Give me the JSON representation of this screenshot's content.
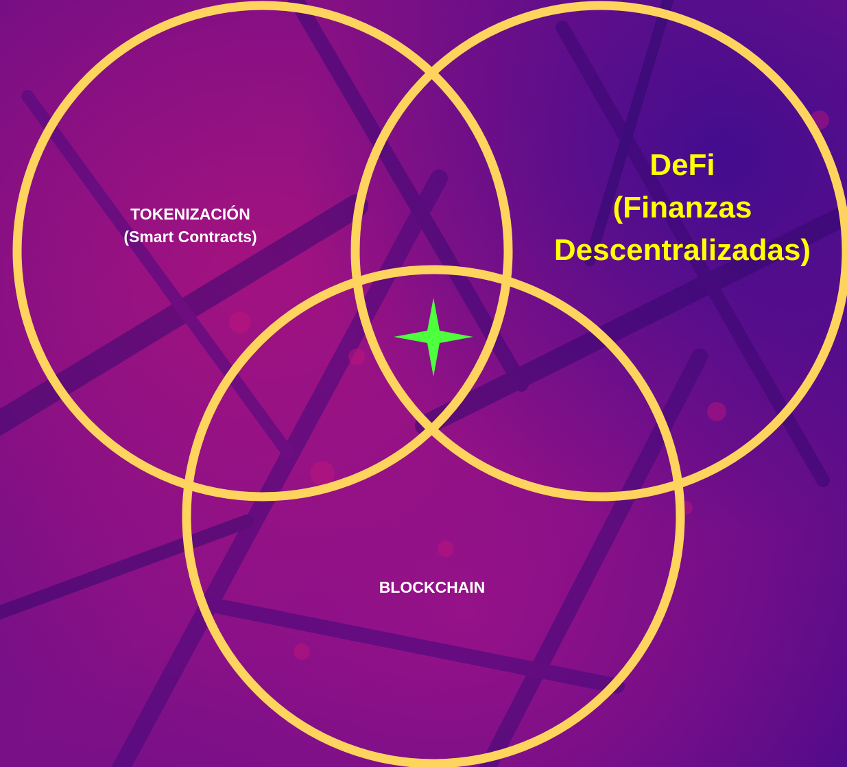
{
  "colors": {
    "background_base": "#5a0a86",
    "background_magenta": "#9a1385",
    "background_violet": "#3e0a8a",
    "circle_stroke": "#ffd45e",
    "label_text": "#ffffff",
    "defi_text": "#ffff00",
    "star": "#4dff3c"
  },
  "circles": [
    {
      "name": "tokenizacion",
      "title": "TOKENIZACIÓN",
      "subtitle": "(Smart Contracts)"
    },
    {
      "name": "defi",
      "title": "DeFi",
      "subtitle": "(Finanzas",
      "subtitle2": "Descentralizadas)"
    },
    {
      "name": "blockchain",
      "title": "BLOCKCHAIN"
    }
  ],
  "center_marker": {
    "icon": "four-point-star-icon"
  }
}
